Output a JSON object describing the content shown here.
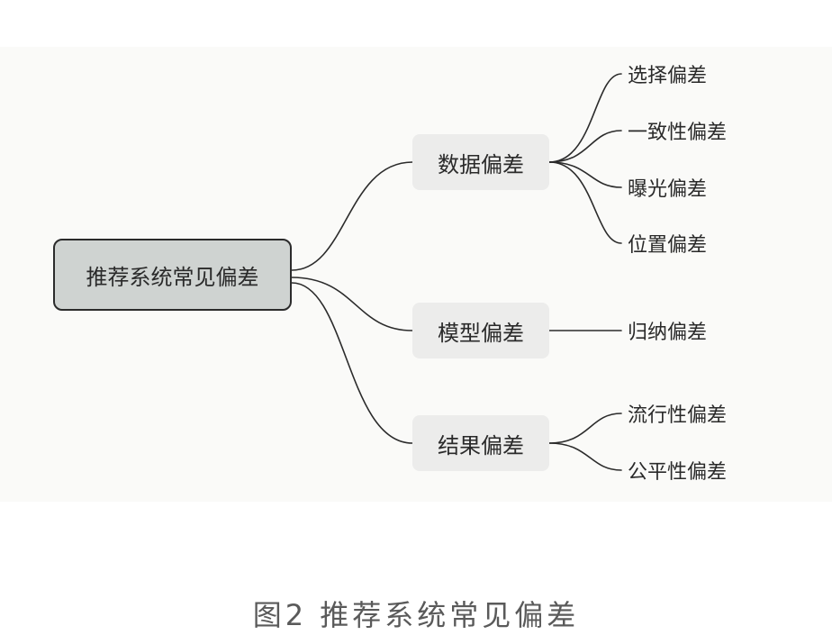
{
  "root": {
    "label": "推荐系统常见偏差"
  },
  "branches": [
    {
      "label": "数据偏差",
      "children": [
        "选择偏差",
        "一致性偏差",
        "曝光偏差",
        "位置偏差"
      ]
    },
    {
      "label": "模型偏差",
      "children": [
        "归纳偏差"
      ]
    },
    {
      "label": "结果偏差",
      "children": [
        "流行性偏差",
        "公平性偏差"
      ]
    }
  ],
  "caption": "图2 推荐系统常见偏差",
  "colors": {
    "root_fill": "#cfd3d1",
    "branch_fill": "#ececeb",
    "line": "#2b2b2b",
    "canvas": "#fafaf8"
  }
}
